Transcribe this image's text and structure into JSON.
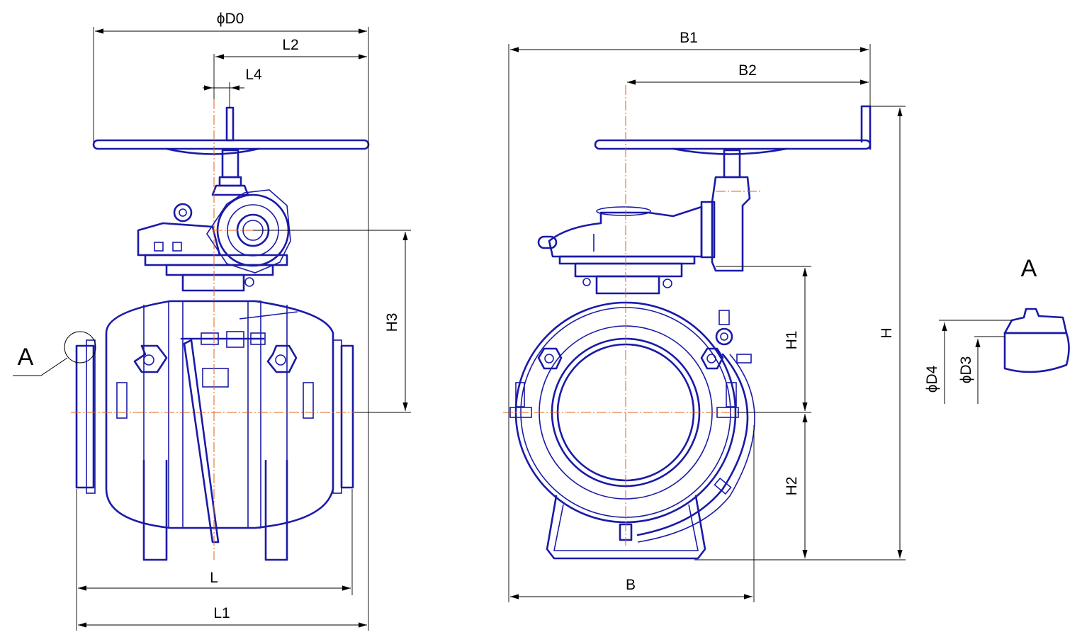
{
  "labels": {
    "D0": "ϕD0",
    "L2": "L2",
    "L4": "L4",
    "H3": "H3",
    "A_callout": "A",
    "L": "L",
    "L1": "L1",
    "B1": "B1",
    "B2": "B2",
    "H1": "H1",
    "H2": "H2",
    "H": "H",
    "B": "B",
    "detail_title": "A",
    "D4": "ϕD4",
    "D3": "ϕD3"
  },
  "colors": {
    "body": "#1a1aa8",
    "centerline": "#e0601a",
    "dimension": "#000000"
  }
}
